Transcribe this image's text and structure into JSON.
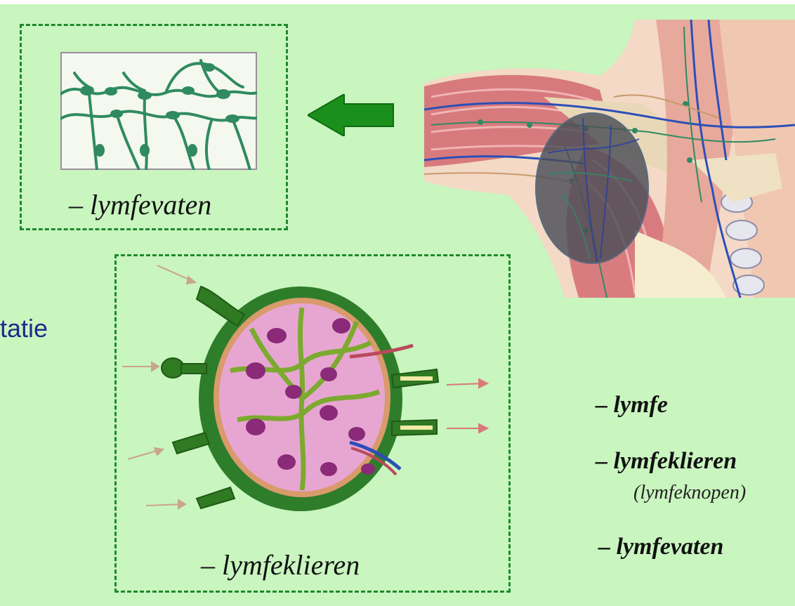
{
  "top_box": {
    "caption": "– lymfevaten"
  },
  "bottom_box": {
    "caption": "– lymfeklieren"
  },
  "partial_text": "tatie",
  "list": [
    {
      "label": "lymfe",
      "sub": ""
    },
    {
      "label": "lymfeklieren",
      "sub": "(lymfeknopen)"
    },
    {
      "label": "lymfevaten",
      "sub": ""
    }
  ],
  "list_dash": "–",
  "colors": {
    "background": "#c9f5bf",
    "dashed_border": "#1e8a2c",
    "arrow": "#1b8f1b",
    "vessel": "#2f8a62",
    "partial_text": "#1e2a8a"
  }
}
